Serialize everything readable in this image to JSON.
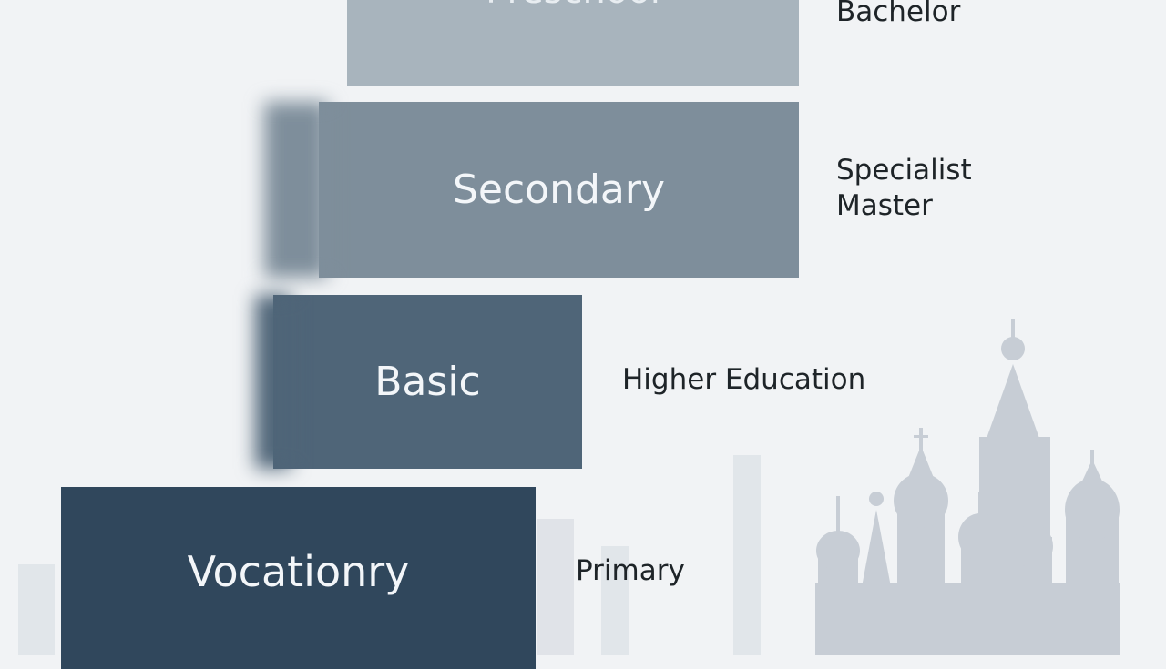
{
  "diagram": {
    "levels": [
      {
        "id": "preschool",
        "label": "Preschool",
        "color": "#a8b4bd"
      },
      {
        "id": "secondary",
        "label": "Secondary",
        "color": "#7e8e9b"
      },
      {
        "id": "basic",
        "label": "Basic",
        "color": "#4f6578"
      },
      {
        "id": "vocational",
        "label": "Vocationry",
        "color": "#30475c"
      }
    ],
    "side_labels": {
      "bachelor": "Bachelor",
      "specialist": "Specialist",
      "master": "Master",
      "higher_education": "Higher Education",
      "primary": "Primary"
    },
    "background_color": "#f1f3f5",
    "silhouette_color": "#c4cbd3",
    "background_icon": "cathedral-silhouette-icon"
  }
}
